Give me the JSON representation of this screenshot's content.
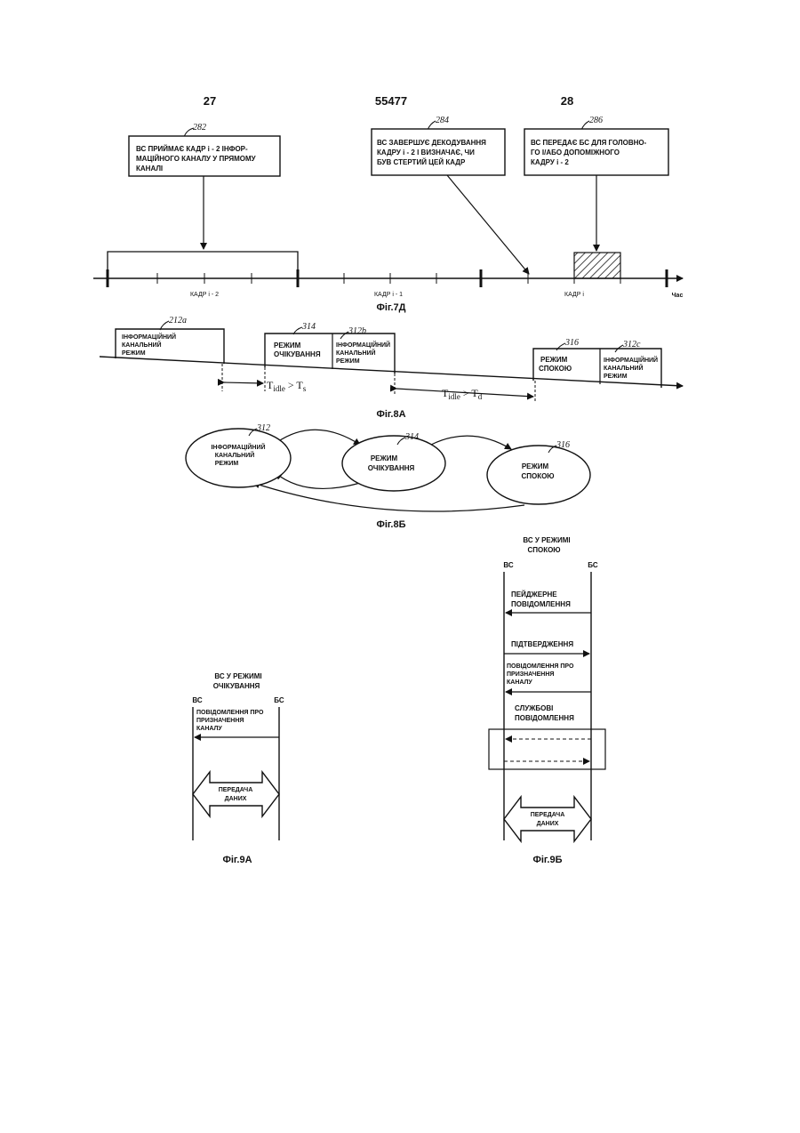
{
  "header": {
    "left": "27",
    "center": "55477",
    "right": "28"
  },
  "fig7d": {
    "caption": "Фіг.7Д",
    "boxes": [
      {
        "ref": "282",
        "lines": [
          "ВС ПРИЙМАЄ КАДР і - 2 ІНФОР-",
          "МАЦІЙНОГО КАНАЛУ У ПРЯМОМУ",
          "КАНАЛІ"
        ]
      },
      {
        "ref": "284",
        "lines": [
          "ВС ЗАВЕРШУЄ ДЕКОДУВАННЯ",
          "КАДРУ і - 2 І ВИЗНАЧАЄ, ЧИ",
          "БУВ СТЕРТИЙ ЦЕЙ КАДР"
        ]
      },
      {
        "ref": "286",
        "lines": [
          "ВС ПЕРЕДАЄ БС ДЛЯ ГОЛОВНО-",
          "ГО І/АБО ДОПОМІЖНОГО",
          "КАДРУ і - 2"
        ]
      }
    ],
    "frames": [
      "КАДР і - 2",
      "КАДР і - 1",
      "КАДР і"
    ],
    "axis_label": "Час"
  },
  "fig8a": {
    "caption": "Фіг.8А",
    "blocks": [
      {
        "ref": "212a",
        "lines": [
          "ІНФОРМАЦІЙНИЙ",
          "КАНАЛЬНИЙ",
          "РЕЖИМ"
        ]
      },
      {
        "ref": "314",
        "lines": [
          "РЕЖИМ",
          "ОЧІКУВАННЯ"
        ]
      },
      {
        "ref": "312b",
        "lines": [
          "ІНФОРМАЦІЙНИЙ",
          "КАНАЛЬНИЙ",
          "РЕЖИМ"
        ]
      },
      {
        "ref": "316",
        "lines": [
          "РЕЖИМ",
          "СПОКОЮ"
        ]
      },
      {
        "ref": "312c",
        "lines": [
          "ІНФОРМАЦІЙНИЙ",
          "КАНАЛЬНИЙ",
          "РЕЖИМ"
        ]
      }
    ],
    "t1_main": "T",
    "t1_sub": "idle",
    "t1_rest": " > T",
    "t1_sub2": "s",
    "t2_main": "T",
    "t2_sub": "idle",
    "t2_rest": " > T",
    "t2_sub2": "d"
  },
  "fig8b": {
    "caption": "Фіг.8Б",
    "states": [
      {
        "ref": "312",
        "lines": [
          "ІНФОРМАЦІЙНИЙ",
          "КАНАЛЬНИЙ",
          "РЕЖИМ"
        ]
      },
      {
        "ref": "314",
        "lines": [
          "РЕЖИМ",
          "ОЧІКУВАННЯ"
        ]
      },
      {
        "ref": "316",
        "lines": [
          "РЕЖИМ",
          "СПОКОЮ"
        ]
      }
    ]
  },
  "fig9a": {
    "caption": "Фіг.9А",
    "title": [
      "ВС У РЕЖИМІ",
      "ОЧІКУВАННЯ"
    ],
    "left": "ВС",
    "right": "БС",
    "msg": [
      "ПОВІДОМЛЕННЯ ПРО",
      "ПРИЗНАЧЕННЯ",
      "КАНАЛУ"
    ],
    "data": [
      "ПЕРЕДАЧА",
      "ДАНИХ"
    ]
  },
  "fig9b": {
    "caption": "Фіг.9Б",
    "title": [
      "ВС У РЕЖИМІ",
      "СПОКОЮ"
    ],
    "left": "ВС",
    "right": "БС",
    "msg1": [
      "ПЕЙДЖЕРНЕ",
      "ПОВІДОМЛЕННЯ"
    ],
    "msg2": [
      "ПІДТВЕРДЖЕННЯ"
    ],
    "msg3": [
      "ПОВІДОМЛЕННЯ ПРО",
      "ПРИЗНАЧЕННЯ",
      "КАНАЛУ"
    ],
    "msg4": [
      "СЛУЖБОВІ",
      "ПОВІДОМЛЕННЯ"
    ],
    "data": [
      "ПЕРЕДАЧА",
      "ДАНИХ"
    ]
  }
}
